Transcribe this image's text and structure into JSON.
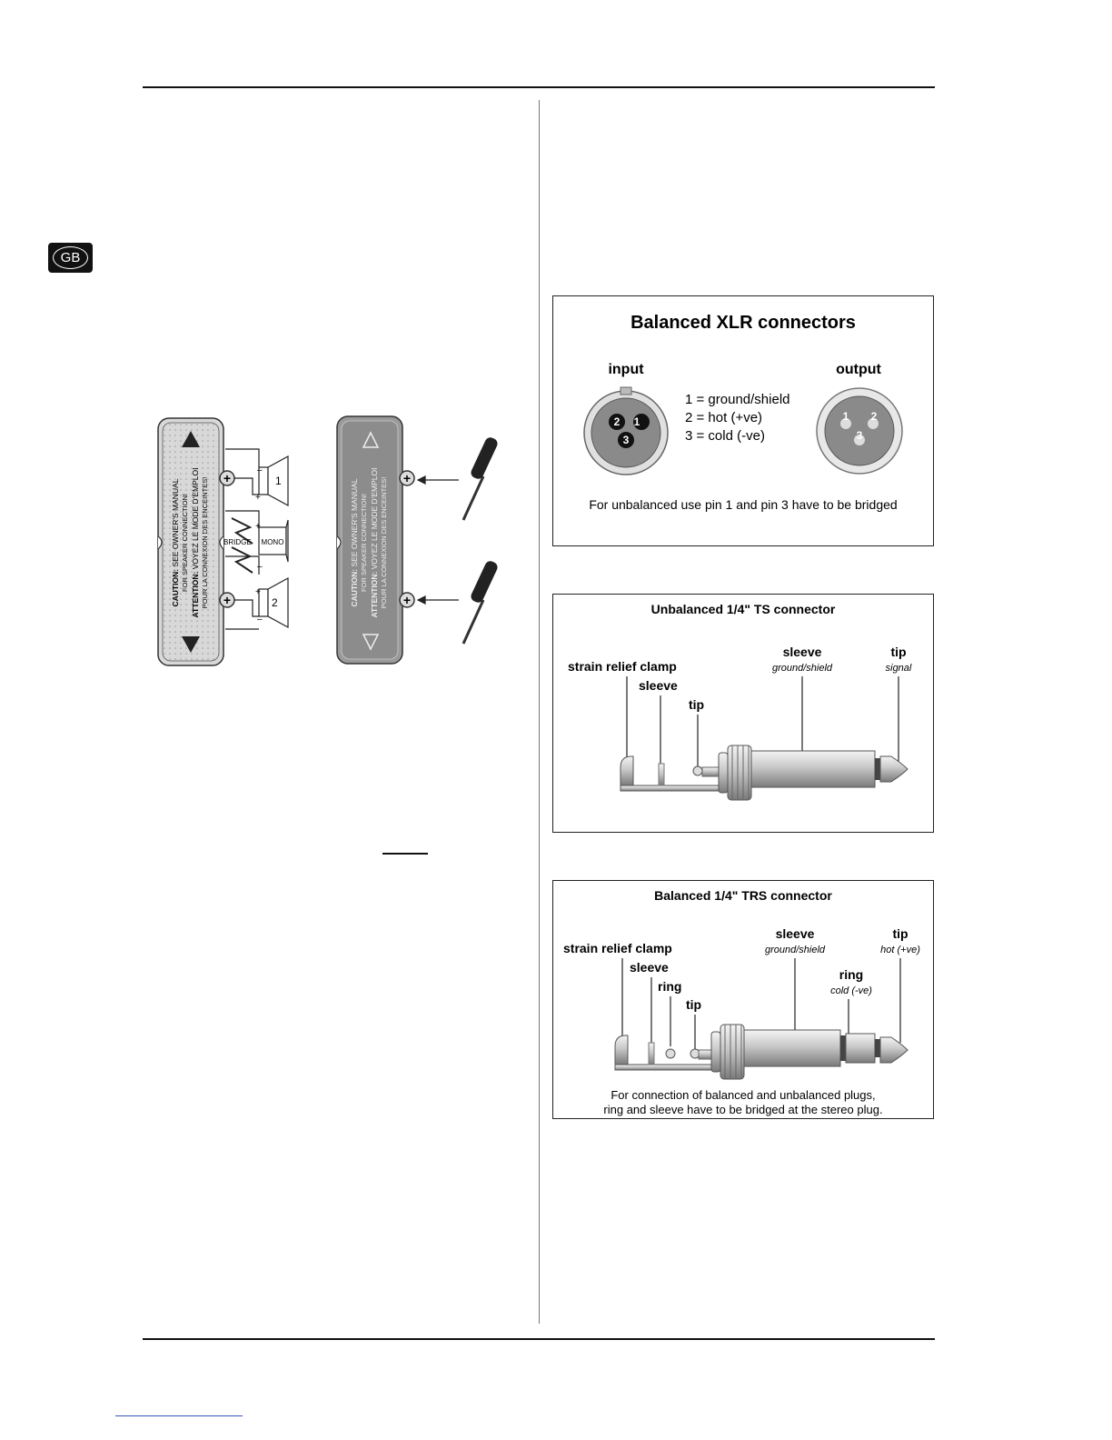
{
  "badge": "GB",
  "terminal_diagram": {
    "left_cover": {
      "caution": "CAUTION:",
      "caution_text_1": "SEE OWNER'S MANUAL",
      "caution_text_2": "FOR SPEAKER CONNECTION!",
      "attention": "ATTENTION:",
      "attention_text_1": "VOYEZ LE MODE D'EMPLOI",
      "attention_text_2": "POUR LA CONNEXION DES ENCEINTES!"
    },
    "right_cover": {
      "caution": "CAUTION:",
      "caution_text_1": "SEE OWNER'S MANUAL",
      "caution_text_2": "FOR SPEAKER CONNECTION!",
      "attention": "ATTENTION:",
      "attention_text_1": "VOYEZ LE MODE D'EMPLOI",
      "attention_text_2": "POUR LA CONNEXION DES ENCEINTES!"
    },
    "speaker_1": "1",
    "speaker_2": "2",
    "bridge_label": "BRIDGE",
    "mono_label": "MONO",
    "plus": "+",
    "minus": "–"
  },
  "xlr": {
    "title": "Balanced XLR connectors",
    "input_label": "input",
    "output_label": "output",
    "pin1": "1 = ground/shield",
    "pin2": "2 = hot (+ve)",
    "pin3": "3 = cold (-ve)",
    "pin_num_1": "1",
    "pin_num_2": "2",
    "pin_num_3": "3",
    "note": "For unbalanced use pin 1 and pin 3 have to be bridged"
  },
  "ts": {
    "title": "Unbalanced 1/4\" TS connector",
    "strain_relief": "strain relief clamp",
    "sleeve_inner": "sleeve",
    "tip_inner": "tip",
    "sleeve": "sleeve",
    "sleeve_sub": "ground/shield",
    "tip": "tip",
    "tip_sub": "signal"
  },
  "trs": {
    "title": "Balanced 1/4\" TRS connector",
    "strain_relief": "strain relief clamp",
    "sleeve_inner": "sleeve",
    "ring_inner": "ring",
    "tip_inner": "tip",
    "sleeve": "sleeve",
    "sleeve_sub": "ground/shield",
    "ring": "ring",
    "ring_sub": "cold (-ve)",
    "tip": "tip",
    "tip_sub": "hot (+ve)",
    "note_1": "For connection of balanced and unbalanced plugs,",
    "note_2": "ring and sleeve have to be bridged at the stereo plug."
  }
}
